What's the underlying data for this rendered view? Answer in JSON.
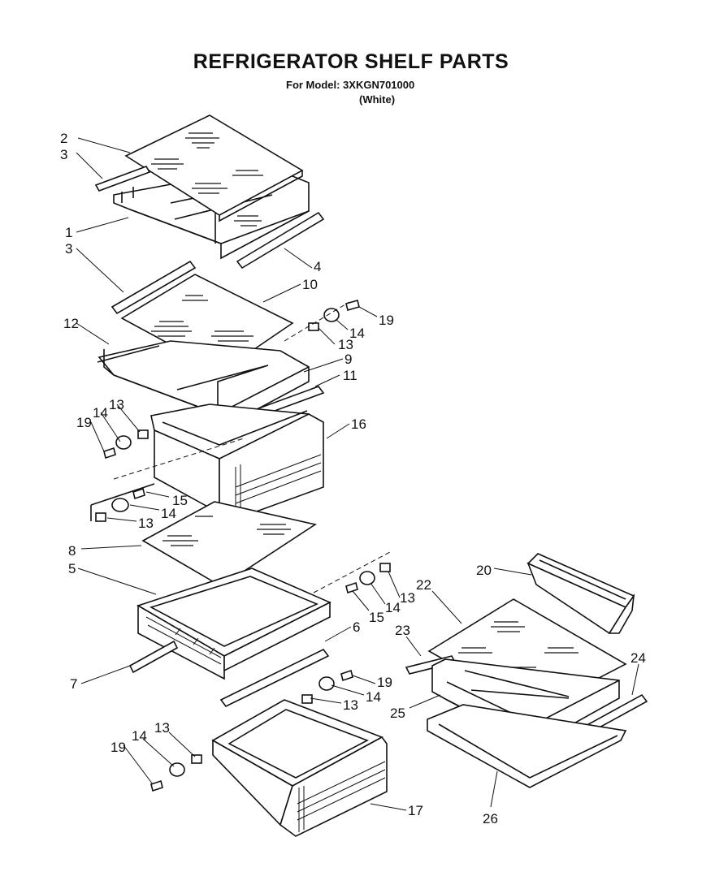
{
  "header": {
    "title": "REFRIGERATOR SHELF PARTS",
    "model_line": "For Model: 3XKGN701000",
    "color_line": "(White)"
  },
  "callouts": [
    {
      "id": "c1",
      "text": "1"
    },
    {
      "id": "c2",
      "text": "2"
    },
    {
      "id": "c3a",
      "text": "3"
    },
    {
      "id": "c3b",
      "text": "3"
    },
    {
      "id": "c4",
      "text": "4"
    },
    {
      "id": "c5",
      "text": "5"
    },
    {
      "id": "c6",
      "text": "6"
    },
    {
      "id": "c7",
      "text": "7"
    },
    {
      "id": "c8",
      "text": "8"
    },
    {
      "id": "c9",
      "text": "9"
    },
    {
      "id": "c10",
      "text": "10"
    },
    {
      "id": "c11",
      "text": "11"
    },
    {
      "id": "c12",
      "text": "12"
    },
    {
      "id": "c13a",
      "text": "13"
    },
    {
      "id": "c13b",
      "text": "13"
    },
    {
      "id": "c13c",
      "text": "13"
    },
    {
      "id": "c13d",
      "text": "13"
    },
    {
      "id": "c13e",
      "text": "13"
    },
    {
      "id": "c13f",
      "text": "13"
    },
    {
      "id": "c14a",
      "text": "14"
    },
    {
      "id": "c14b",
      "text": "14"
    },
    {
      "id": "c14c",
      "text": "14"
    },
    {
      "id": "c14d",
      "text": "14"
    },
    {
      "id": "c14e",
      "text": "14"
    },
    {
      "id": "c14f",
      "text": "14"
    },
    {
      "id": "c15a",
      "text": "15"
    },
    {
      "id": "c15b",
      "text": "15"
    },
    {
      "id": "c16",
      "text": "16"
    },
    {
      "id": "c17",
      "text": "17"
    },
    {
      "id": "c19a",
      "text": "19"
    },
    {
      "id": "c19b",
      "text": "19"
    },
    {
      "id": "c19c",
      "text": "19"
    },
    {
      "id": "c19d",
      "text": "19"
    },
    {
      "id": "c20",
      "text": "20"
    },
    {
      "id": "c22",
      "text": "22"
    },
    {
      "id": "c23",
      "text": "23"
    },
    {
      "id": "c24",
      "text": "24"
    },
    {
      "id": "c25",
      "text": "25"
    },
    {
      "id": "c26",
      "text": "26"
    }
  ]
}
